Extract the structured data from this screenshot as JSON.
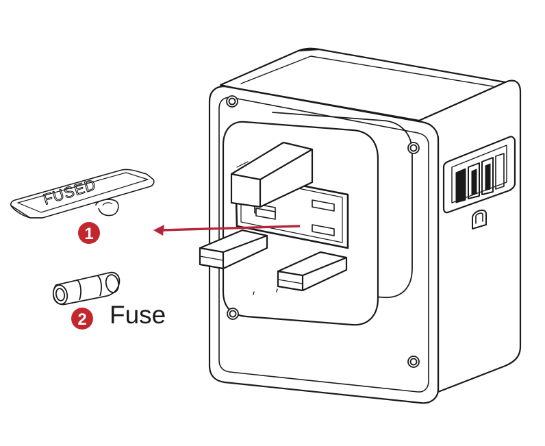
{
  "colors": {
    "line": "#1a1a1a",
    "accent": "#c1272d",
    "arrow": "#b5263a",
    "background": "#ffffff"
  },
  "fuse_cover": {
    "stamp_text": "FUSED",
    "step_number": "1"
  },
  "fuse": {
    "step_number": "2",
    "label": "Fuse"
  },
  "adapter": {
    "name": "adapter-body"
  }
}
